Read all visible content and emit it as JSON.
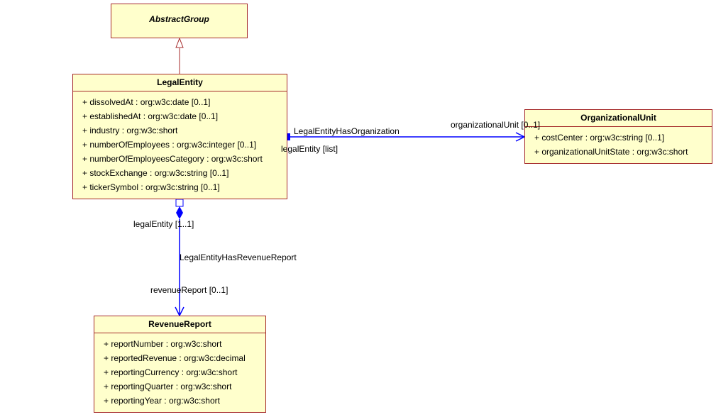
{
  "classes": {
    "abstract_group": {
      "name": "AbstractGroup",
      "attributes": []
    },
    "legal_entity": {
      "name": "LegalEntity",
      "attributes": [
        "+ dissolvedAt : org:w3c:date [0..1]",
        "+ establishedAt : org:w3c:date [0..1]",
        "+ industry : org:w3c:short",
        "+ numberOfEmployees : org:w3c:integer [0..1]",
        "+ numberOfEmployeesCategory : org:w3c:short",
        "+ stockExchange : org:w3c:string [0..1]",
        "+ tickerSymbol : org:w3c:string [0..1]"
      ]
    },
    "organizational_unit": {
      "name": "OrganizationalUnit",
      "attributes": [
        "+ costCenter : org:w3c:string [0..1]",
        "+ organizationalUnitState : org:w3c:short"
      ]
    },
    "revenue_report": {
      "name": "RevenueReport",
      "attributes": [
        "+ reportNumber : org:w3c:short",
        "+ reportedRevenue : org:w3c:decimal",
        "+ reportingCurrency : org:w3c:short",
        "+ reportingQuarter : org:w3c:short",
        "+ reportingYear : org:w3c:short"
      ]
    }
  },
  "associations": {
    "org": {
      "name": "LegalEntityHasOrganization",
      "source_role": "legalEntity [list]",
      "target_role": "organizationalUnit [0..1]"
    },
    "revenue": {
      "name": "LegalEntityHasRevenueReport",
      "source_role": "legalEntity [1..1]",
      "target_role": "revenueReport [0..1]"
    }
  },
  "colors": {
    "class_fill": "#ffffcc",
    "class_border": "#a52a2a",
    "association_line": "#0000ff",
    "generalization_line": "#a52a2a"
  }
}
